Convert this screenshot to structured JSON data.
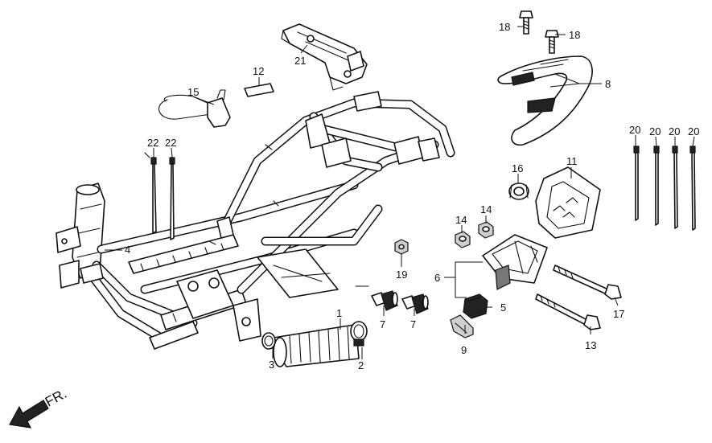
{
  "callouts": {
    "c1": "1",
    "c2": "2",
    "c3": "3",
    "c4": "4",
    "c5": "5",
    "c6": "6",
    "c7a": "7",
    "c7b": "7",
    "c8": "8",
    "c9": "9",
    "c11": "11",
    "c12": "12",
    "c13": "13",
    "c14a": "14",
    "c14b": "14",
    "c15": "15",
    "c16": "16",
    "c17": "17",
    "c18a": "18",
    "c18b": "18",
    "c19": "19",
    "c20a": "20",
    "c20b": "20",
    "c20c": "20",
    "c20d": "20",
    "c21": "21",
    "c22a": "22",
    "c22b": "22"
  },
  "front_indicator": {
    "label": "FR."
  }
}
